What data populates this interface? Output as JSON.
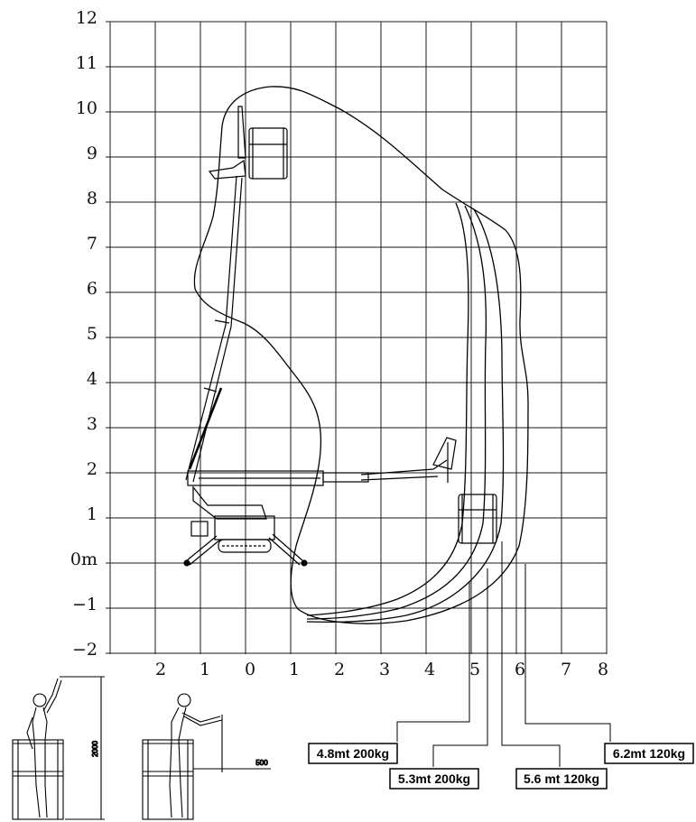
{
  "grid": {
    "y_labels": [
      "12",
      "11",
      "10",
      "9",
      "8",
      "7",
      "6",
      "5",
      "4",
      "3",
      "2",
      "1",
      "0m",
      "−1",
      "−2"
    ],
    "x_labels": [
      "2",
      "1",
      "0",
      "1",
      "2",
      "3",
      "4",
      "5",
      "6",
      "7",
      "8"
    ]
  },
  "callouts": [
    {
      "id": "c48",
      "text": "4.8mt 200kg"
    },
    {
      "id": "c53",
      "text": "5.3mt 200kg"
    },
    {
      "id": "c56",
      "text": "5.6 mt 120kg"
    },
    {
      "id": "c62",
      "text": "6.2mt 120kg"
    }
  ],
  "dimensions": {
    "height_label": "2000",
    "reach_label": "500"
  },
  "colors": {
    "line": "#000000",
    "grid": "#1a1a1a",
    "background": "#ffffff"
  }
}
